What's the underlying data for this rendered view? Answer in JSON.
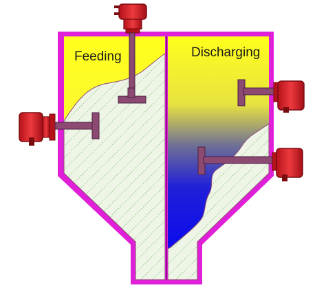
{
  "labels": {
    "left_section": "Feeding",
    "right_section": "Discharging"
  },
  "colors": {
    "hopper_wall": "#e020d8",
    "material_fill": "#eef4e6",
    "material_hatch": "#6fbf6a",
    "sensor_body": "#d8262c",
    "sensor_dark": "#7a0c10",
    "probe": "#8c4a72",
    "gradient_top": "#ffff1c",
    "gradient_bottom": "#0000f8"
  },
  "sensors": [
    {
      "id": "top-feeding",
      "orientation": "vertical"
    },
    {
      "id": "left-side",
      "orientation": "horizontal"
    },
    {
      "id": "right-upper",
      "orientation": "horizontal"
    },
    {
      "id": "right-lower",
      "orientation": "horizontal"
    }
  ]
}
